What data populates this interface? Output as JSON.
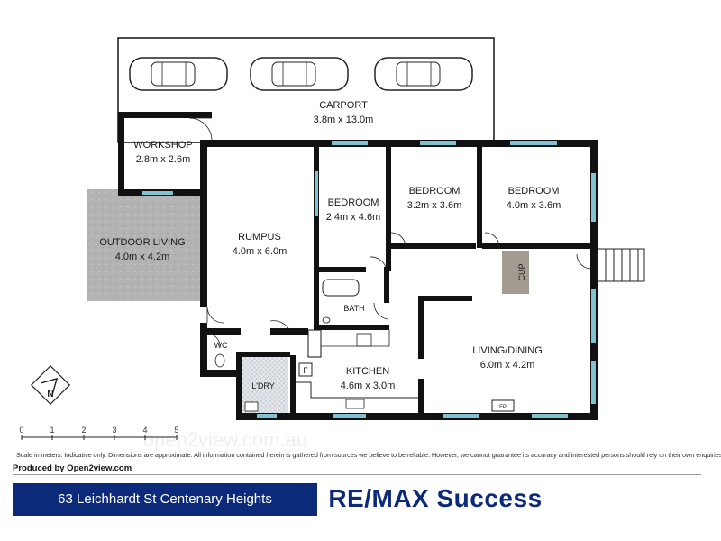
{
  "rooms": {
    "carport": {
      "name": "CARPORT",
      "dims": "3.8m x 13.0m"
    },
    "workshop": {
      "name": "WORKSHOP",
      "dims": "2.8m x 2.6m"
    },
    "outdoor_living": {
      "name": "OUTDOOR LIVING",
      "dims": "4.0m x 4.2m"
    },
    "rumpus": {
      "name": "RUMPUS",
      "dims": "4.0m x 6.0m"
    },
    "bedroom1": {
      "name": "BEDROOM",
      "dims": "2.4m x 4.6m"
    },
    "bedroom2": {
      "name": "BEDROOM",
      "dims": "3.2m x 3.6m"
    },
    "bedroom3": {
      "name": "BEDROOM",
      "dims": "4.0m x 3.6m"
    },
    "cup": {
      "name": "CUP"
    },
    "bath": {
      "name": "BATH"
    },
    "wc": {
      "name": "WC"
    },
    "laundry": {
      "name": "L'DRY"
    },
    "kitchen": {
      "name": "KITCHEN",
      "dims": "4.6m x 3.0m"
    },
    "living_dining": {
      "name": "LIVING/DINING",
      "dims": "6.0m x 4.2m"
    }
  },
  "symbols": {
    "fridge": "F",
    "fireplace": "FP",
    "compass": "N"
  },
  "scale": {
    "ticks": [
      "0",
      "1",
      "2",
      "3",
      "4",
      "5"
    ],
    "note": "Scale in meters. Indicative only. Dimensions are approximate. All information contained herein is gathered from sources we believe to be reliable. However, we cannot guarantee its accuracy and interested persons should rely on their own enquiries."
  },
  "watermark": "open2view.com.au",
  "footer": {
    "produced_by": "Produced by Open2view.com",
    "address": "63 Leichhardt St Centenary Heights",
    "brand": "RE/MAX Success"
  },
  "colors": {
    "wall": "#111111",
    "window": "#7fc3d2",
    "outdoor": "#b8b8b8",
    "cupboard": "#a39a91",
    "laundry_tile": "#d9dde3",
    "banner": "#0b2a7a",
    "brand_text": "#0b2a7a"
  }
}
